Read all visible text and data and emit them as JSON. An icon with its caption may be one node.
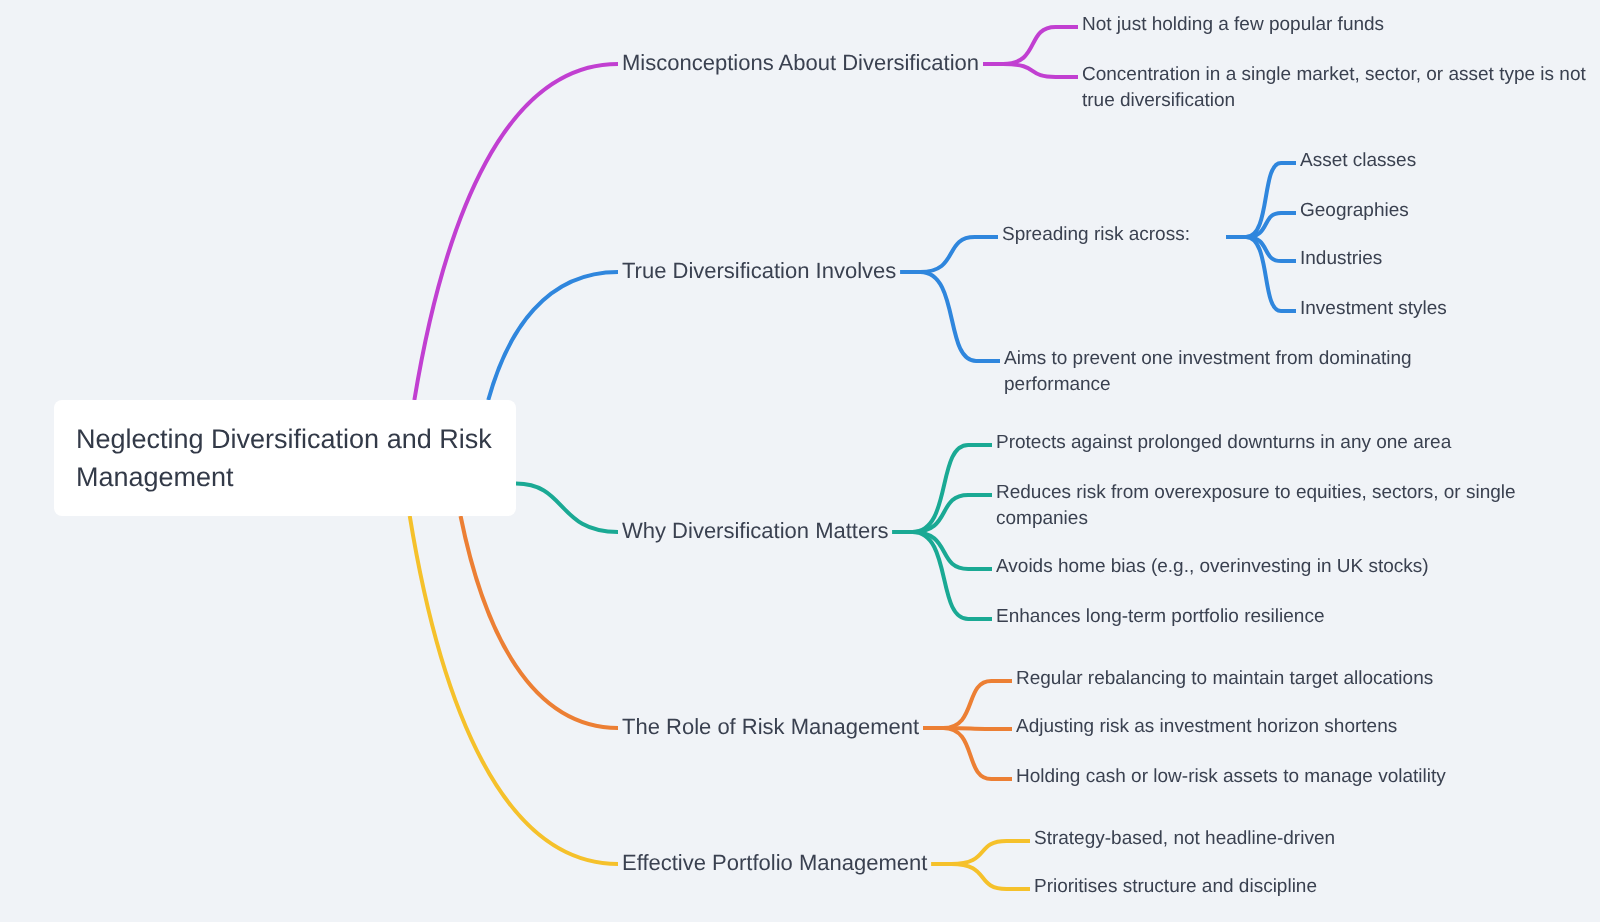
{
  "diagram": {
    "nodes": [
      {
        "text": [
          "Neglecting Diversification and Risk Management"
        ]
      },
      {
        "text": [
          "Misconceptions About Diversification"
        ]
      },
      {
        "text": [
          "Not just holding a few popular funds"
        ]
      },
      {
        "text": [
          "Concentration in a single market, sector, or asset type is not true diversification"
        ]
      },
      {
        "text": [
          "True Diversification Involves"
        ]
      },
      {
        "text": [
          "Spreading risk across:"
        ]
      },
      {
        "text": [
          "Asset classes"
        ]
      },
      {
        "text": [
          "Geographies"
        ]
      },
      {
        "text": [
          "Industries"
        ]
      },
      {
        "text": [
          "Investment styles"
        ]
      },
      {
        "text": [
          "Aims to prevent one investment from dominating performance"
        ]
      },
      {
        "text": [
          "Why Diversification Matters"
        ]
      },
      {
        "text": [
          "Protects against prolonged downturns in any one area"
        ]
      },
      {
        "text": [
          "Reduces risk from overexposure to equities, sectors, or single companies"
        ]
      },
      {
        "text": [
          "Avoids home bias (e.g., overinvesting in UK stocks)"
        ]
      },
      {
        "text": [
          "Enhances long-term portfolio resilience"
        ]
      },
      {
        "text": [
          "The Role of Risk Management"
        ]
      },
      {
        "text": [
          "Regular rebalancing to maintain target allocations"
        ]
      },
      {
        "text": [
          "Adjusting risk as investment horizon shortens"
        ]
      },
      {
        "text": [
          "Holding cash or low-risk assets to manage volatility"
        ]
      },
      {
        "text": [
          "Effective Portfolio Management"
        ]
      },
      {
        "text": [
          "Strategy-based, not headline-driven"
        ]
      },
      {
        "text": [
          "Prioritises structure and discipline"
        ]
      }
    ],
    "edges": [
      {
        "from": 0,
        "to": 1,
        "arrow": "none",
        "color": "#c13fd1"
      },
      {
        "from": 1,
        "to": 2,
        "arrow": "none",
        "color": "#c13fd1"
      },
      {
        "from": 1,
        "to": 3,
        "arrow": "none",
        "color": "#c13fd1"
      },
      {
        "from": 0,
        "to": 4,
        "arrow": "none",
        "color": "#2f86dd"
      },
      {
        "from": 4,
        "to": 5,
        "arrow": "none",
        "color": "#2f86dd"
      },
      {
        "from": 5,
        "to": 6,
        "arrow": "none",
        "color": "#2f86dd"
      },
      {
        "from": 5,
        "to": 7,
        "arrow": "none",
        "color": "#2f86dd"
      },
      {
        "from": 5,
        "to": 8,
        "arrow": "none",
        "color": "#2f86dd"
      },
      {
        "from": 5,
        "to": 9,
        "arrow": "none",
        "color": "#2f86dd"
      },
      {
        "from": 4,
        "to": 10,
        "arrow": "none",
        "color": "#2f86dd"
      },
      {
        "from": 0,
        "to": 11,
        "arrow": "none",
        "color": "#1aa994"
      },
      {
        "from": 11,
        "to": 12,
        "arrow": "none",
        "color": "#1aa994"
      },
      {
        "from": 11,
        "to": 13,
        "arrow": "none",
        "color": "#1aa994"
      },
      {
        "from": 11,
        "to": 14,
        "arrow": "none",
        "color": "#1aa994"
      },
      {
        "from": 11,
        "to": 15,
        "arrow": "none",
        "color": "#1aa994"
      },
      {
        "from": 0,
        "to": 16,
        "arrow": "none",
        "color": "#ec7f34"
      },
      {
        "from": 16,
        "to": 17,
        "arrow": "none",
        "color": "#ec7f34"
      },
      {
        "from": 16,
        "to": 18,
        "arrow": "none",
        "color": "#ec7f34"
      },
      {
        "from": 16,
        "to": 19,
        "arrow": "none",
        "color": "#ec7f34"
      },
      {
        "from": 0,
        "to": 20,
        "arrow": "none",
        "color": "#f5c12b"
      },
      {
        "from": 20,
        "to": 21,
        "arrow": "none",
        "color": "#f5c12b"
      },
      {
        "from": 20,
        "to": 22,
        "arrow": "none",
        "color": "#f5c12b"
      }
    ]
  }
}
